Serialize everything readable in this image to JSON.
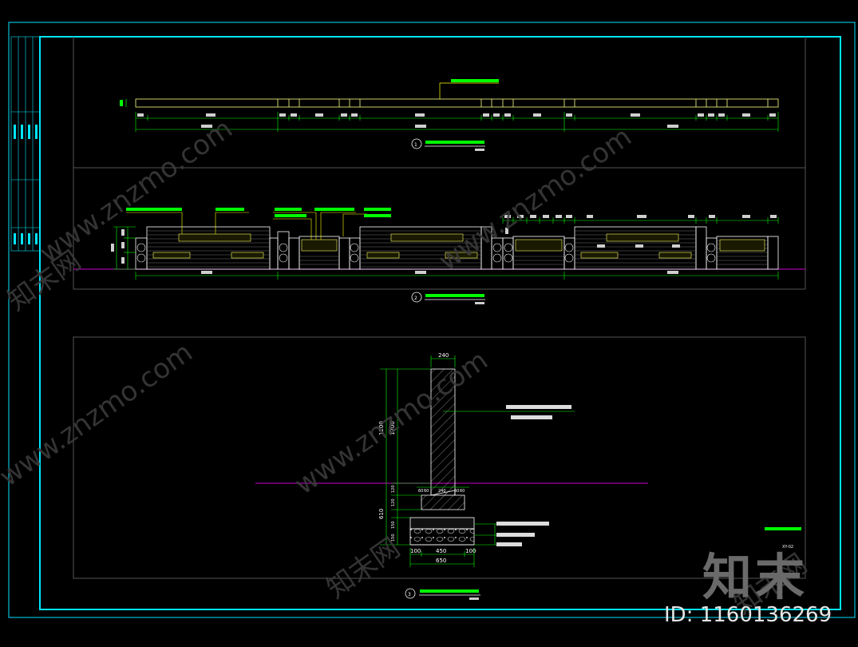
{
  "watermark": {
    "site_text": "www.znzmo.com",
    "brand_text": "知末网",
    "logo_text": "知末",
    "id_text": "ID: 1160136269"
  },
  "drawing": {
    "colors": {
      "border": "#00e5ff",
      "wall": "#ffffff",
      "dimension": "#00ff00",
      "annotation": "#00ff00",
      "leader": "#ffff00",
      "ground": "#cc00cc",
      "frame": "#555555"
    },
    "section_bottom_dims": [
      "100",
      "450",
      "100"
    ],
    "section_bottom_total": "650",
    "section_top_dim": "240",
    "section_left_dims": [
      "1200",
      "1200",
      "610"
    ],
    "section_small_dims": [
      "60",
      "60",
      "240",
      "60",
      "60"
    ],
    "section_small_vertical": [
      "120",
      "120",
      "150",
      "150"
    ],
    "drawing_no": "XY-02"
  }
}
